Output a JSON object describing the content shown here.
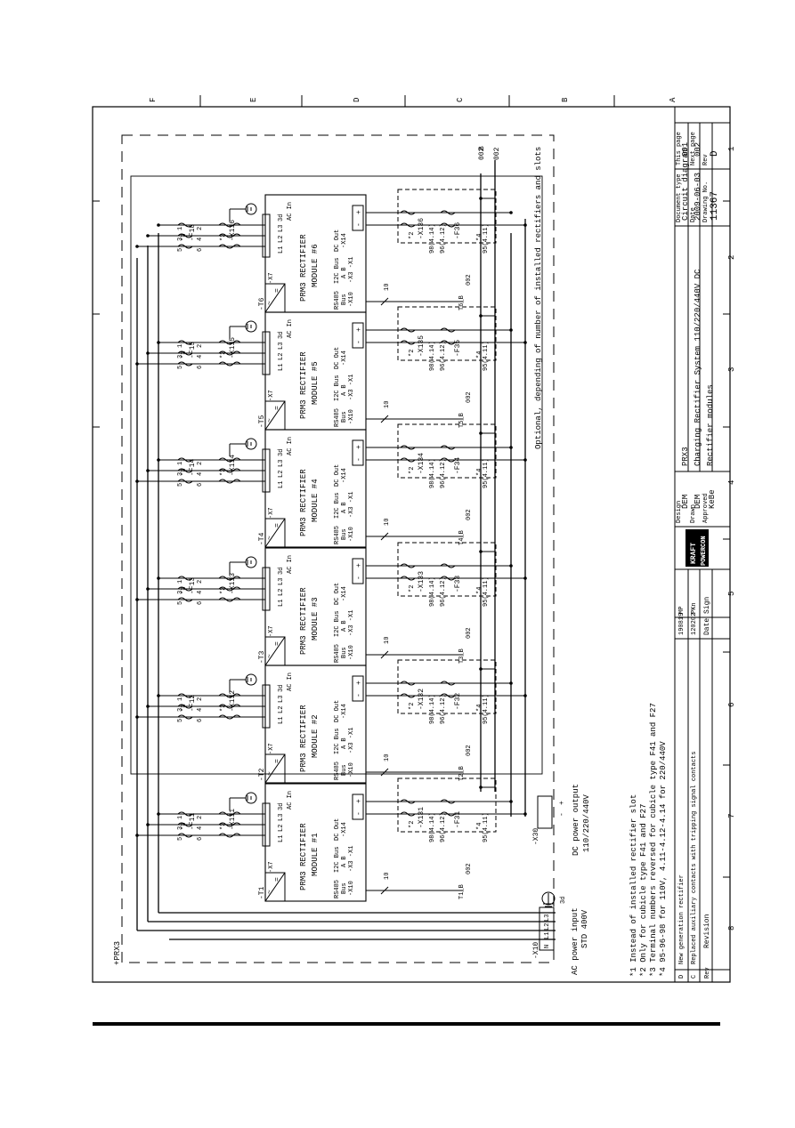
{
  "grid": {
    "letters": [
      "F",
      "E",
      "D",
      "C",
      "B",
      "A"
    ],
    "numbers": [
      "1",
      "2",
      "3",
      "4",
      "5",
      "6",
      "7",
      "8"
    ]
  },
  "diagram": {
    "cabinet": "+PRX3",
    "optional_note": "Optional, depending of number of installed rectifiers and slots",
    "bus_ref": "002",
    "bus_ref_b": "B",
    "ac_input": {
      "terminal": "-X10",
      "label1": "AC power input",
      "label2": "STD 400V",
      "pins": [
        "N",
        "L1",
        "L2",
        "L3"
      ],
      "earth": "3d"
    },
    "dc_output": {
      "terminal": "-X30",
      "label1": "DC power output",
      "label2": "110/220/440V",
      "pins": [
        "-",
        "+"
      ]
    },
    "module_texts": {
      "title": "PRM3 RECTIFIER",
      "rs485": "RS485",
      "bus": "Bus",
      "x10": "-X10",
      "i2c": "I2C Bus",
      "ab": "A  B",
      "x3x1": "-X3 -X1",
      "dc_out": "DC Out",
      "x14": "-X14",
      "ac_in": "AC In",
      "x7": "-X7",
      "ac_pins": [
        "L1",
        "L2",
        "L3",
        "3d"
      ],
      "dc_pins": [
        "-",
        "+"
      ],
      "note2": "*2",
      "note3": "*3",
      "note4": "*4",
      "wire_count": "10",
      "aux_contacts": [
        "95(4.11)",
        "96(4.12)",
        "98(4.14)"
      ],
      "fuse_pins": [
        "1",
        "2",
        "3",
        "4",
        "5",
        "6"
      ]
    },
    "modules": [
      {
        "number": "MODULE #1",
        "t": "-T1",
        "f_ac": "-F11",
        "x_ac": "-X111",
        "f_dc": "-F31",
        "x_dc": "-X131",
        "bus_label": "T1_B"
      },
      {
        "number": "MODULE #2",
        "t": "-T2",
        "f_ac": "-F12",
        "x_ac": "-X112",
        "f_dc": "-F32",
        "x_dc": "-X132",
        "bus_label": "T2_B"
      },
      {
        "number": "MODULE #3",
        "t": "-T3",
        "f_ac": "-F13",
        "x_ac": "-X113",
        "f_dc": "-F33",
        "x_dc": "-X133",
        "bus_label": "T3_B"
      },
      {
        "number": "MODULE #4",
        "t": "-T4",
        "f_ac": "-F14",
        "x_ac": "-X114",
        "f_dc": "-F34",
        "x_dc": "-X134",
        "bus_label": "T4_B"
      },
      {
        "number": "MODULE #5",
        "t": "-T5",
        "f_ac": "-F15",
        "x_ac": "-X115",
        "f_dc": "-F35",
        "x_dc": "-X135",
        "bus_label": "T5_B"
      },
      {
        "number": "MODULE #6",
        "t": "-T6",
        "f_ac": "-F18",
        "x_ac": "-X116",
        "f_dc": "-F36",
        "x_dc": "-X136",
        "bus_label": "T6_B"
      }
    ]
  },
  "notes": [
    "*1  Instead of installed rectifier slot",
    "*2  Only for cubicle type F41 and F27",
    "*3  Terminal numbers reversed for cubicle type F41 and F27",
    "*4  95-96-98 for 110V, 4.11-4.12-4.14 for 220/440V"
  ],
  "revisions": [
    {
      "rev": "D",
      "text": "New generation rectifier",
      "date": "190819",
      "sign": "MP"
    },
    {
      "rev": "C",
      "text": "Replaced auxiliary contacts with tripping signal contacts",
      "date": "120202",
      "sign": "PKn"
    }
  ],
  "revision_header": {
    "rev": "Rev",
    "text": "Revision",
    "date": "Date",
    "sign": "Sign"
  },
  "logo": {
    "line1": "KRAFT",
    "line2": "POWERCON"
  },
  "title_block": {
    "design_label": "Design",
    "design": "DEM",
    "drawn_label": "Drawn",
    "drawn": "DEM",
    "approved_label": "Approved",
    "approved": "KeBe",
    "product": "PRX3",
    "title": "Charging Rectifier System 110/220/440V DC",
    "subtitle": "Rectifier modules",
    "doc_type_label": "Document type",
    "doc_type": "Circuit diagram",
    "date_label": "Date",
    "date": "2009-06-03",
    "drawing_no_label": "Drawing No.",
    "drawing_no": "11367",
    "this_page_label": "This page",
    "this_page": "001",
    "next_page_label": "Next page",
    "next_page": "002",
    "rev_label": "Rev",
    "rev": "D"
  }
}
